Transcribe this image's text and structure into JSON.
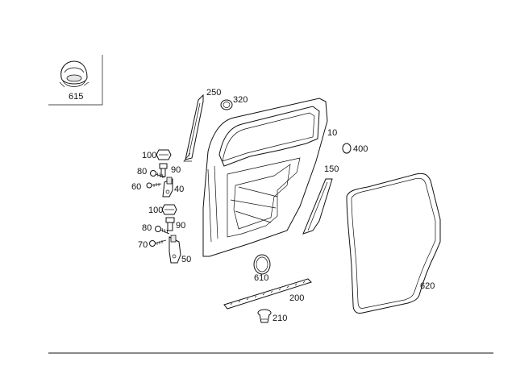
{
  "diagram": {
    "callouts": {
      "c615": "615",
      "c250": "250",
      "c320": "320",
      "c10": "10",
      "c400": "400",
      "c150": "150",
      "c100a": "100",
      "c90a": "90",
      "c80a": "80",
      "c60": "60",
      "c40": "40",
      "c100b": "100",
      "c80b": "80",
      "c90b": "90",
      "c70": "70",
      "c50": "50",
      "c610": "610",
      "c620": "620",
      "c200": "200",
      "c210": "210"
    }
  }
}
